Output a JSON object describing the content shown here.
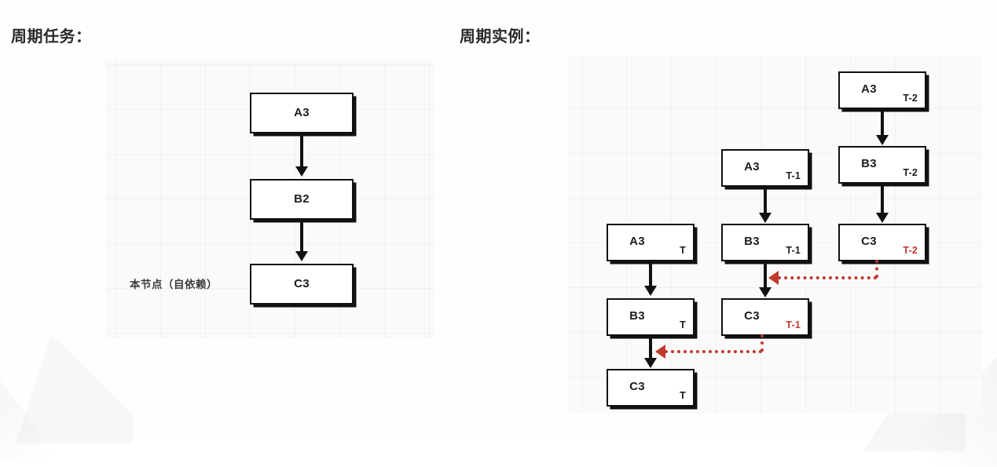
{
  "slide": {
    "left_panel_title": "周期任务：",
    "right_panel_title": "周期实例："
  },
  "left_panel": {
    "note": "本节点（自依赖）",
    "nodes": [
      {
        "id": "L-A3",
        "label": "A3"
      },
      {
        "id": "L-B2",
        "label": "B2"
      },
      {
        "id": "L-C3",
        "label": "C3"
      }
    ],
    "edges": [
      {
        "from": "L-A3",
        "to": "L-B2",
        "style": "solid-black"
      },
      {
        "from": "L-B2",
        "to": "L-C3",
        "style": "solid-black"
      }
    ]
  },
  "right_panel": {
    "nodes": [
      {
        "id": "R-A3-T2",
        "label": "A3",
        "tag": "T-2",
        "tag_color": "#1d1d1d",
        "column": "T-2"
      },
      {
        "id": "R-B3-T2",
        "label": "B3",
        "tag": "T-2",
        "tag_color": "#1d1d1d",
        "column": "T-2"
      },
      {
        "id": "R-C3-T2",
        "label": "C3",
        "tag": "T-2",
        "tag_color": "#c0392b",
        "column": "T-2"
      },
      {
        "id": "R-A3-T1",
        "label": "A3",
        "tag": "T-1",
        "tag_color": "#1d1d1d",
        "column": "T-1"
      },
      {
        "id": "R-B3-T1",
        "label": "B3",
        "tag": "T-1",
        "tag_color": "#1d1d1d",
        "column": "T-1"
      },
      {
        "id": "R-C3-T1",
        "label": "C3",
        "tag": "T-1",
        "tag_color": "#c0392b",
        "column": "T-1"
      },
      {
        "id": "R-A3-T",
        "label": "A3",
        "tag": "T",
        "tag_color": "#1d1d1d",
        "column": "T"
      },
      {
        "id": "R-B3-T",
        "label": "B3",
        "tag": "T",
        "tag_color": "#1d1d1d",
        "column": "T"
      },
      {
        "id": "R-C3-T",
        "label": "C3",
        "tag": "T",
        "tag_color": "#1d1d1d",
        "column": "T"
      }
    ],
    "edges": [
      {
        "from": "R-A3-T2",
        "to": "R-B3-T2",
        "style": "solid-black"
      },
      {
        "from": "R-B3-T2",
        "to": "R-C3-T2",
        "style": "solid-black"
      },
      {
        "from": "R-A3-T1",
        "to": "R-B3-T1",
        "style": "solid-black"
      },
      {
        "from": "R-B3-T1",
        "to": "R-C3-T1",
        "style": "solid-black"
      },
      {
        "from": "R-A3-T",
        "to": "R-B3-T",
        "style": "solid-black"
      },
      {
        "from": "R-B3-T",
        "to": "R-C3-T",
        "style": "solid-black"
      },
      {
        "from": "R-C3-T2",
        "to": "R-C3-T1",
        "style": "dotted-red"
      },
      {
        "from": "R-C3-T1",
        "to": "R-C3-T",
        "style": "dotted-red"
      }
    ]
  },
  "colors": {
    "node_border": "#111111",
    "node_fill": "#ffffff",
    "dependency_red": "#c0392b",
    "canvas": "#fafafa"
  }
}
